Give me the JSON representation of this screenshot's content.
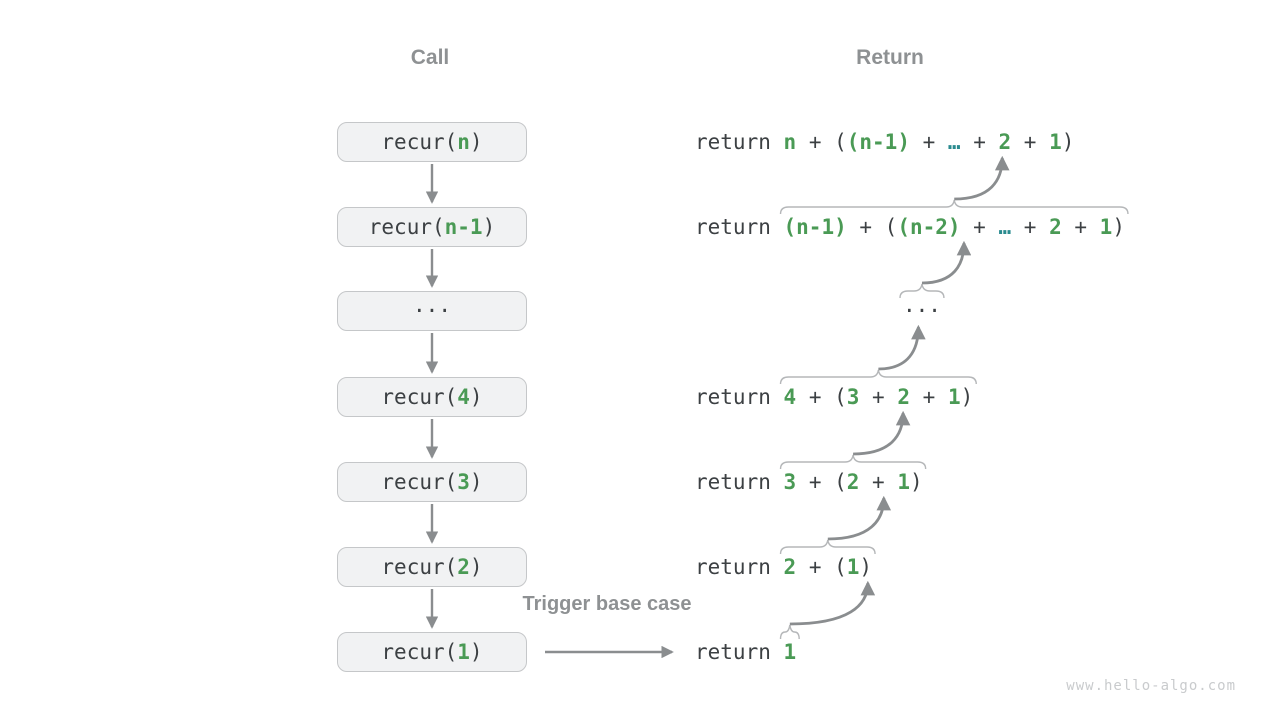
{
  "headers": {
    "call": "Call",
    "return": "Return"
  },
  "trigger_label": "Trigger base case",
  "watermark": "www.hello-algo.com",
  "colors": {
    "green": "#4a9a55",
    "teal": "#2a8b8f",
    "dark": "#3c4043",
    "arrow": "#8a8d8f",
    "brace": "#b5b7b9",
    "header": "#8e9193",
    "box_fill": "#f1f2f3",
    "box_border": "#c5c7c9",
    "watermark_color": "#c9cbcd"
  },
  "call_stack": [
    {
      "segments": [
        {
          "t": "recur(",
          "c": "dark"
        },
        {
          "t": "n",
          "c": "green"
        },
        {
          "t": ")",
          "c": "dark"
        }
      ]
    },
    {
      "segments": [
        {
          "t": "recur(",
          "c": "dark"
        },
        {
          "t": "n-1",
          "c": "green"
        },
        {
          "t": ")",
          "c": "dark"
        }
      ]
    },
    {
      "segments": [
        {
          "t": "···",
          "c": "dark"
        }
      ]
    },
    {
      "segments": [
        {
          "t": "recur(",
          "c": "dark"
        },
        {
          "t": "4",
          "c": "green"
        },
        {
          "t": ")",
          "c": "dark"
        }
      ]
    },
    {
      "segments": [
        {
          "t": "recur(",
          "c": "dark"
        },
        {
          "t": "3",
          "c": "green"
        },
        {
          "t": ")",
          "c": "dark"
        }
      ]
    },
    {
      "segments": [
        {
          "t": "recur(",
          "c": "dark"
        },
        {
          "t": "2",
          "c": "green"
        },
        {
          "t": ")",
          "c": "dark"
        }
      ]
    },
    {
      "segments": [
        {
          "t": "recur(",
          "c": "dark"
        },
        {
          "t": "1",
          "c": "green"
        },
        {
          "t": ")",
          "c": "dark"
        }
      ]
    }
  ],
  "returns": [
    {
      "segments": [
        {
          "t": "return ",
          "c": "dark"
        },
        {
          "t": "n",
          "c": "green"
        },
        {
          "t": " + (",
          "c": "dark"
        },
        {
          "t": "(n-1)",
          "c": "green"
        },
        {
          "t": " + ",
          "c": "dark"
        },
        {
          "t": "…",
          "c": "teal"
        },
        {
          "t": " + ",
          "c": "dark"
        },
        {
          "t": "2",
          "c": "green"
        },
        {
          "t": " + ",
          "c": "dark"
        },
        {
          "t": "1",
          "c": "green"
        },
        {
          "t": ")",
          "c": "dark"
        }
      ]
    },
    {
      "segments": [
        {
          "t": "return ",
          "c": "dark"
        },
        {
          "t": "(n-1)",
          "c": "green"
        },
        {
          "t": " + (",
          "c": "dark"
        },
        {
          "t": "(n-2)",
          "c": "green"
        },
        {
          "t": " + ",
          "c": "dark"
        },
        {
          "t": "…",
          "c": "teal"
        },
        {
          "t": " + ",
          "c": "dark"
        },
        {
          "t": "2",
          "c": "green"
        },
        {
          "t": " + ",
          "c": "dark"
        },
        {
          "t": "1",
          "c": "green"
        },
        {
          "t": ")",
          "c": "dark"
        }
      ]
    },
    {
      "segments": [
        {
          "t": "···",
          "c": "dark"
        }
      ]
    },
    {
      "segments": [
        {
          "t": "return ",
          "c": "dark"
        },
        {
          "t": "4",
          "c": "green"
        },
        {
          "t": " + (",
          "c": "dark"
        },
        {
          "t": "3",
          "c": "green"
        },
        {
          "t": " + ",
          "c": "dark"
        },
        {
          "t": "2",
          "c": "green"
        },
        {
          "t": " + ",
          "c": "dark"
        },
        {
          "t": "1",
          "c": "green"
        },
        {
          "t": ")",
          "c": "dark"
        }
      ]
    },
    {
      "segments": [
        {
          "t": "return ",
          "c": "dark"
        },
        {
          "t": "3",
          "c": "green"
        },
        {
          "t": " + (",
          "c": "dark"
        },
        {
          "t": "2",
          "c": "green"
        },
        {
          "t": " + ",
          "c": "dark"
        },
        {
          "t": "1",
          "c": "green"
        },
        {
          "t": ")",
          "c": "dark"
        }
      ]
    },
    {
      "segments": [
        {
          "t": "return ",
          "c": "dark"
        },
        {
          "t": "2",
          "c": "green"
        },
        {
          "t": " + (",
          "c": "dark"
        },
        {
          "t": "1",
          "c": "green"
        },
        {
          "t": ")",
          "c": "dark"
        }
      ]
    },
    {
      "segments": [
        {
          "t": "return ",
          "c": "dark"
        },
        {
          "t": "1",
          "c": "green"
        }
      ]
    }
  ]
}
